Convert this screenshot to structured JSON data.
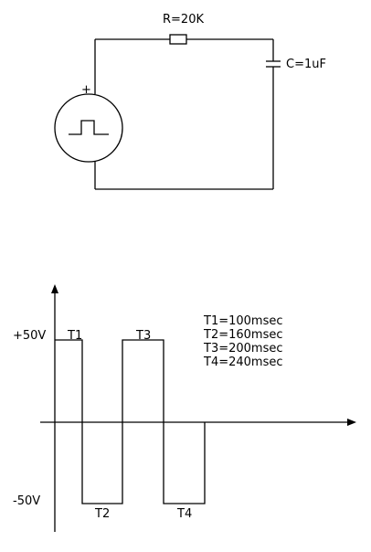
{
  "circuit": {
    "resistor_label": "R=20K",
    "capacitor_label": "C=1uF",
    "source_polarity": "+",
    "source_symbol": "square-pulse-icon"
  },
  "waveform": {
    "y_high_label": "+50V",
    "y_low_label": "-50V",
    "high_level_v": 50,
    "low_level_v": -50,
    "segments": [
      {
        "label": "T1",
        "level_v": 50
      },
      {
        "label": "T2",
        "level_v": -50
      },
      {
        "label": "T3",
        "level_v": 50
      },
      {
        "label": "T4",
        "level_v": -50
      }
    ],
    "timing": [
      "T1=100msec",
      "T2=160msec",
      "T3=200msec",
      "T4=240msec"
    ]
  }
}
